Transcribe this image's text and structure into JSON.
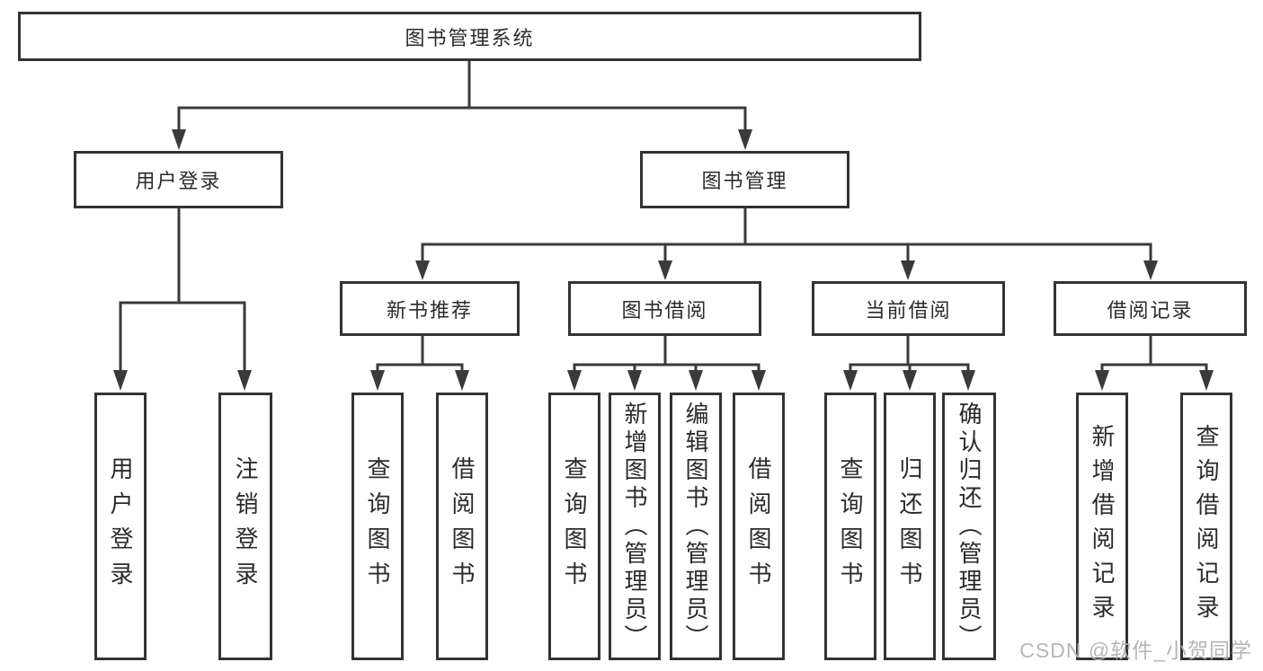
{
  "tree": {
    "root": {
      "label": "图书管理系统"
    },
    "children": [
      {
        "label": "用户登录",
        "children": [
          {
            "label": "用户登录"
          },
          {
            "label": "注销登录"
          }
        ]
      },
      {
        "label": "图书管理",
        "children": [
          {
            "label": "新书推荐",
            "children": [
              {
                "label": "查询图书"
              },
              {
                "label": "借阅图书"
              }
            ]
          },
          {
            "label": "图书借阅",
            "children": [
              {
                "label": "查询图书"
              },
              {
                "label": "新增图书（管理员）"
              },
              {
                "label": "编辑图书（管理员）"
              },
              {
                "label": "借阅图书"
              }
            ]
          },
          {
            "label": "当前借阅",
            "children": [
              {
                "label": "查询图书"
              },
              {
                "label": "归还图书"
              },
              {
                "label": "确认归还（管理员）"
              }
            ]
          },
          {
            "label": "借阅记录",
            "children": [
              {
                "label": "新增借阅记录"
              },
              {
                "label": "查询借阅记录"
              }
            ]
          }
        ]
      }
    ]
  },
  "watermark": {
    "text": "CSDN @软件_小贺同学"
  },
  "colors": {
    "line": "#3a3a3a",
    "box_border": "#333333",
    "text": "#2b2b2b",
    "watermark": "#b3b3b3",
    "background": "#ffffff"
  }
}
